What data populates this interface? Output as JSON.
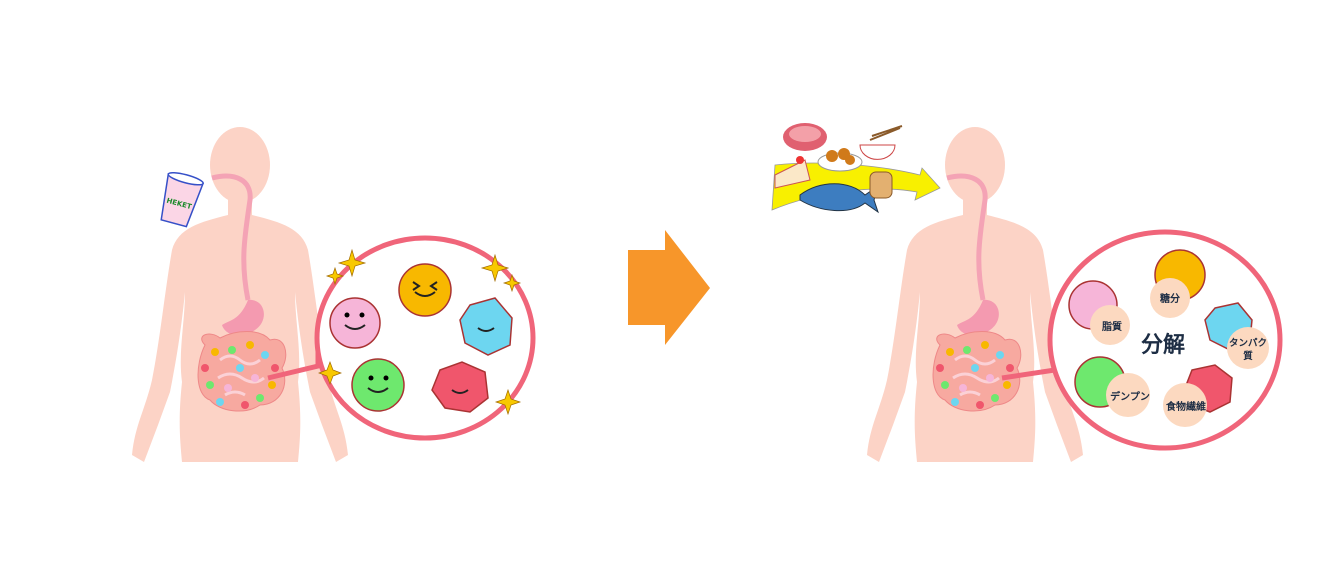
{
  "cup": {
    "label": "HEKET"
  },
  "digestion": {
    "center_label": "分解",
    "nutrients": {
      "fat": "脂質",
      "sugar": "糖分",
      "protein_line1": "タンパク",
      "protein_line2": "質",
      "starch": "デンプン",
      "fiber": "食物繊維"
    }
  },
  "colors": {
    "body": "#fcd3c6",
    "bubble_outline": "#f0657a",
    "arrow": "#f7962a",
    "pink_bacterium": "#f6b5d8",
    "orange_bacterium": "#f8b800",
    "blue_bacterium": "#6dd6f0",
    "green_bacterium": "#6ee86e",
    "red_bacterium": "#f0566c",
    "nutrient_bubble": "#fcd9c0"
  }
}
